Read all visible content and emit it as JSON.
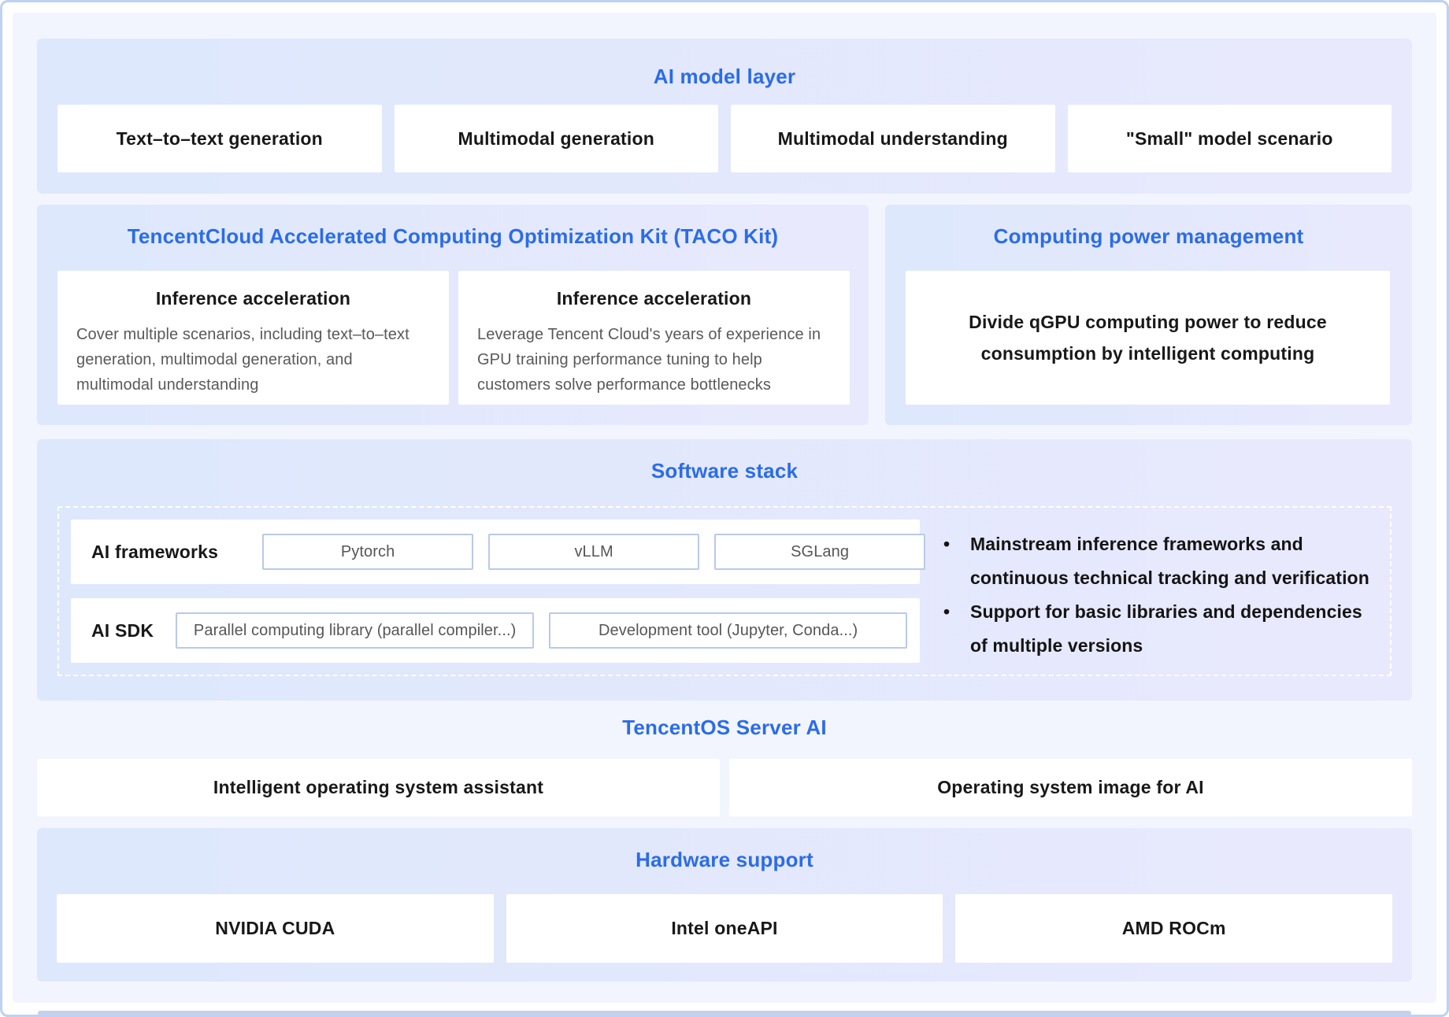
{
  "colors": {
    "accent": "#2b6ce8",
    "page_bg": "#f2f5fd",
    "panel_gradient_start": "#dde8fc",
    "panel_gradient_end": "#e9e9fd",
    "frame_border": "#bdd1f4",
    "chip_border": "#b9c9ec",
    "muted_text": "#595959",
    "dark_text": "#181818",
    "bottom_bar": "#c5d1ec"
  },
  "ai_model_layer": {
    "title": "AI model layer",
    "boxes": [
      "Text–to–text generation",
      "Multimodal generation",
      "Multimodal understanding",
      "\"Small\" model scenario"
    ]
  },
  "taco_kit": {
    "title": "TencentCloud Accelerated Computing Optimization Kit (TACO Kit)",
    "cards": [
      {
        "title": "Inference acceleration",
        "body": "Cover multiple scenarios, including text–to–text generation, multimodal generation, and multimodal understanding"
      },
      {
        "title": "Inference acceleration",
        "body": "Leverage Tencent Cloud's years of experience in GPU training performance tuning to help customers solve performance bottlenecks"
      }
    ]
  },
  "computing_power": {
    "title": "Computing power management",
    "box": "Divide qGPU computing power to reduce consumption by intelligent computing"
  },
  "software_stack": {
    "title": "Software stack",
    "rows": [
      {
        "label": "AI frameworks",
        "items": [
          "Pytorch",
          "vLLM",
          "SGLang"
        ]
      },
      {
        "label": "AI SDK",
        "items": [
          "Parallel computing library (parallel compiler...)",
          "Development tool (Jupyter, Conda...)"
        ]
      }
    ],
    "bullets": [
      "Mainstream inference frameworks and continuous technical tracking and verification",
      "Support for basic libraries and dependencies of multiple versions"
    ]
  },
  "tencentos": {
    "title": "TencentOS Server AI",
    "boxes": [
      "Intelligent operating system assistant",
      "Operating system image for AI"
    ]
  },
  "hardware": {
    "title": "Hardware support",
    "boxes": [
      "NVIDIA CUDA",
      "Intel oneAPI",
      "AMD ROCm"
    ]
  }
}
